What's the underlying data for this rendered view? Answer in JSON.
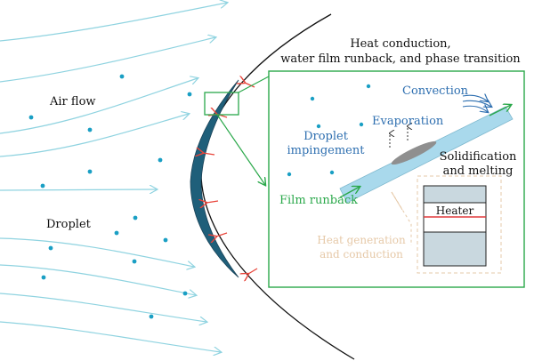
{
  "labels": {
    "title_line1": "Heat conduction,",
    "title_line2": "water film runback, and phase transition",
    "air_flow": "Air flow",
    "droplet": "Droplet",
    "convection": "Convection",
    "evaporation": "Evaporation",
    "droplet_impingement_1": "Droplet",
    "droplet_impingement_2": "impingement",
    "solidification_1": "Solidification",
    "solidification_2": "and melting",
    "film_runback": "Film runback",
    "heater": "Heater",
    "heat_gen_1": "Heat generation",
    "heat_gen_2": "and conduction"
  },
  "colors": {
    "airflow": "#8fd3e0",
    "droplet": "#1a9fc4",
    "airfoil": "#1f5f7a",
    "airfoil_edge": "#1b4257",
    "box": "#2aa84a",
    "arrow_red": "#e8443a",
    "convection": "#2e6fb0",
    "film": "#a9d9ec",
    "ice": "#8f8f8f",
    "heater_box": "#c9d8df",
    "heater_line": "#e0393b",
    "heat_text": "#e6c9a8"
  }
}
